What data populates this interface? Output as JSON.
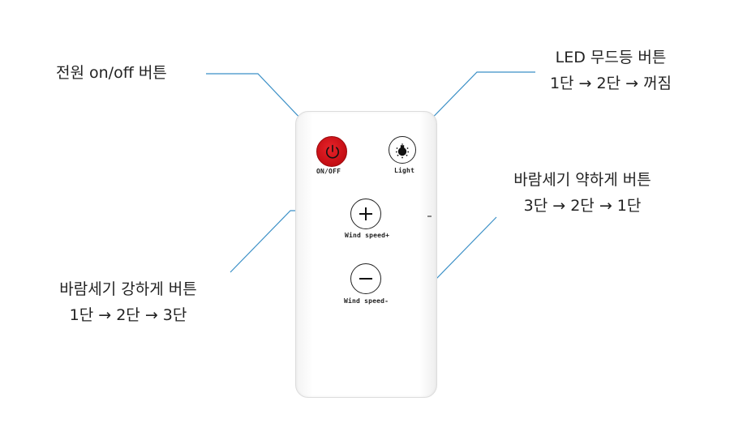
{
  "remote": {
    "power_label": "ON/OFF",
    "light_label": "Light",
    "wind_up_label": "Wind speed+",
    "wind_down_label": "Wind speed-"
  },
  "callouts": {
    "power": {
      "line1": "전원 on/off 버튼"
    },
    "led": {
      "line1": "LED 무드등 버튼",
      "line2": "1단 → 2단 → 꺼짐"
    },
    "wind_down": {
      "line1": "바람세기 약하게 버튼",
      "line2": "3단 → 2단 → 1단"
    },
    "wind_up": {
      "line1": "바람세기 강하게 버튼",
      "line2": "1단 → 2단 → 3단"
    }
  },
  "colors": {
    "leader_line": "#3a8fc6",
    "power_button": "#d11a20",
    "text": "#222222"
  },
  "icons": [
    "power-icon",
    "light-bulb-icon",
    "plus-icon",
    "minus-icon"
  ]
}
